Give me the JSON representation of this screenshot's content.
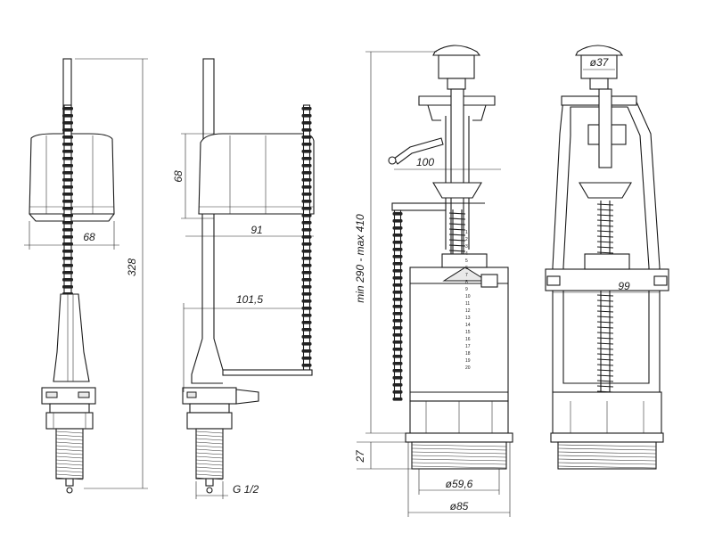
{
  "dimensions": {
    "height_total": "328",
    "float_width": "68",
    "float_height": "68",
    "side_width_91": "91",
    "side_width_101": "101,5",
    "thread": "G 1/2",
    "flush_range": "min 290 - max 410",
    "flush_100": "100",
    "button_diameter": "ø37",
    "flush_width_99": "99",
    "flush_base_27": "27",
    "thread_diameter": "ø59,6",
    "flange_diameter": "ø85"
  },
  "scale_marks": [
    "1",
    "2",
    "3",
    "4",
    "5",
    "6",
    "7",
    "8",
    "9",
    "10",
    "11",
    "12",
    "13",
    "14",
    "15",
    "16",
    "17",
    "18",
    "19",
    "20"
  ],
  "colors": {
    "line": "#1a1a1a",
    "background": "#ffffff"
  }
}
